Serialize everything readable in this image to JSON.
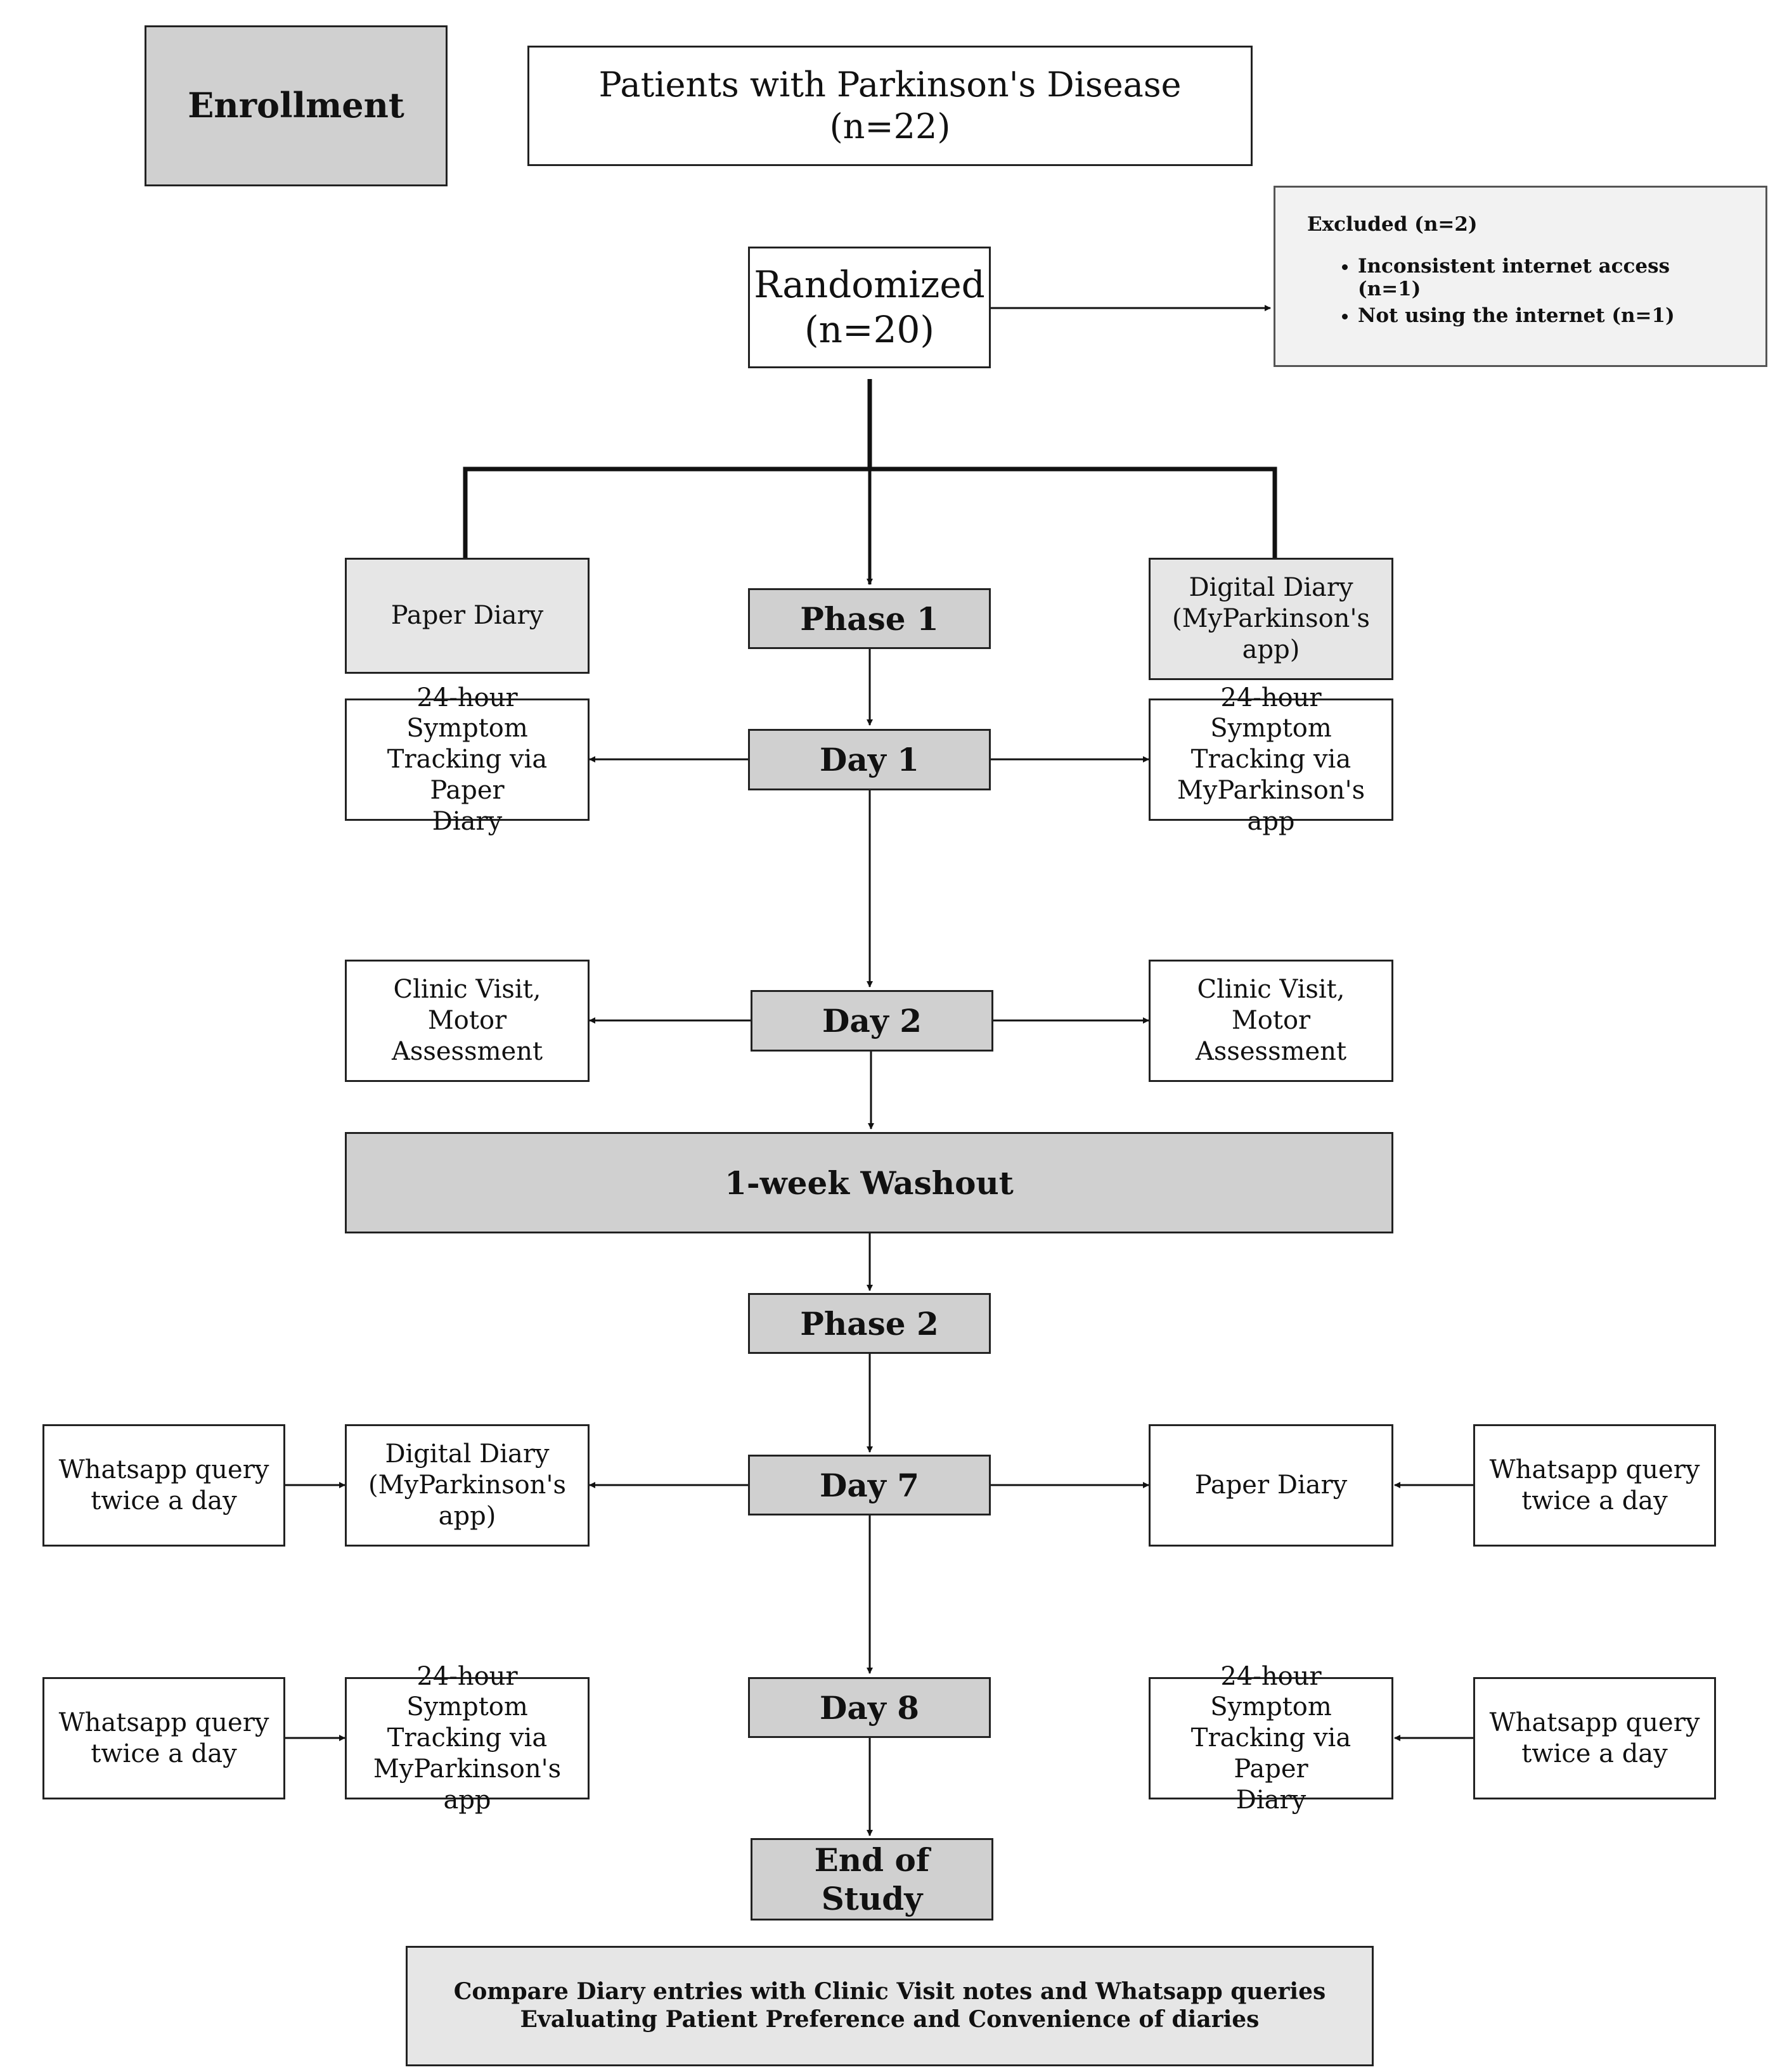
{
  "enrollment": {
    "label": "Enrollment"
  },
  "patients": {
    "label": "Patients with Parkinson's Disease (n=22)"
  },
  "randomized": {
    "label": "Randomized\n(n=20)"
  },
  "excluded": {
    "title": "Excluded (n=2)",
    "reasons": [
      "Inconsistent internet access (n=1)",
      "Not using the internet (n=1)"
    ]
  },
  "phase1": {
    "label": "Phase 1",
    "left_arm": "Paper Diary",
    "right_arm": "Digital Diary\n(MyParkinson's app)",
    "day1": {
      "label": "Day 1",
      "left": "24-hour Symptom\nTracking via Paper\nDiary",
      "right": "24-hour Symptom\nTracking via\nMyParkinson's app"
    },
    "day2": {
      "label": "Day 2",
      "left": "Clinic Visit, Motor\nAssessment",
      "right": "Clinic Visit, Motor\nAssessment"
    }
  },
  "washout": {
    "label": "1-week Washout"
  },
  "phase2": {
    "label": "Phase 2",
    "day7": {
      "label": "Day 7",
      "left": "Digital Diary\n(MyParkinson's app)",
      "right": "Paper Diary",
      "left_query": "Whatsapp query\ntwice a day",
      "right_query": "Whatsapp query\ntwice a day"
    },
    "day8": {
      "label": "Day 8",
      "left": "24-hour Symptom\nTracking via\nMyParkinson's app",
      "right": "24-hour Symptom\nTracking via Paper\nDiary",
      "left_query": "Whatsapp query\ntwice a day",
      "right_query": "Whatsapp query\ntwice a day"
    }
  },
  "end": {
    "label": "End of Study"
  },
  "outcome": {
    "label": "Compare Diary entries with Clinic Visit notes and Whatsapp queries\nEvaluating Patient Preference and Convenience of diaries"
  }
}
